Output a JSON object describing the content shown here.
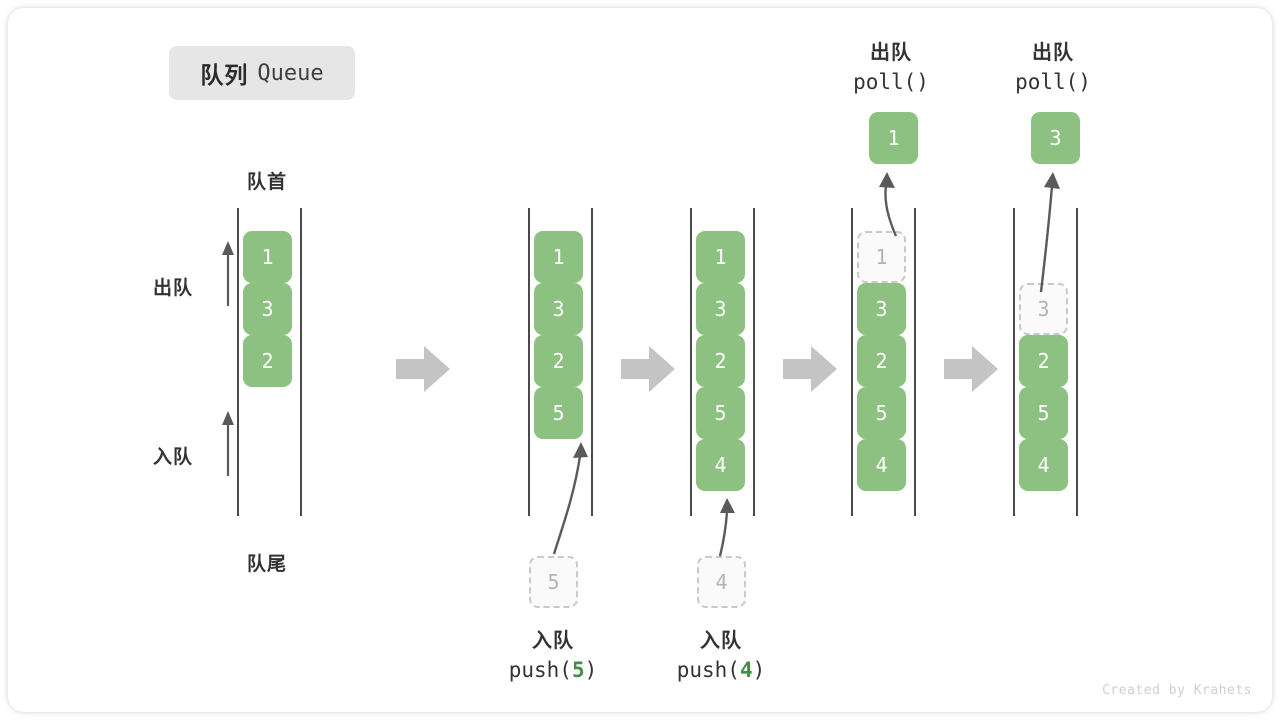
{
  "title": {
    "cn": "队列",
    "en": "Queue"
  },
  "axis_labels": {
    "front": "队首",
    "back": "队尾",
    "dequeue": "出队",
    "enqueue": "入队"
  },
  "colors": {
    "element": "#8cc182",
    "element_text": "#ffffff",
    "ghost_border": "#c9c9c9",
    "ghost_text": "#b4b4b4",
    "arrow_gray": "#c4c4c4",
    "arrow_dark": "#5a5a5a",
    "rail": "#4a4a4a",
    "accent_green": "#3d9141",
    "chip_bg": "#e6e6e6",
    "text": "#333333"
  },
  "stages": [
    {
      "id": "initial",
      "cells": [
        {
          "value": "1",
          "state": "filled"
        },
        {
          "value": "3",
          "state": "filled"
        },
        {
          "value": "2",
          "state": "filled"
        }
      ]
    },
    {
      "id": "after-push-5",
      "cells": [
        {
          "value": "1",
          "state": "filled"
        },
        {
          "value": "3",
          "state": "filled"
        },
        {
          "value": "2",
          "state": "filled"
        },
        {
          "value": "5",
          "state": "filled"
        }
      ],
      "bottom_label": {
        "cn": "入队",
        "fn": "push(",
        "arg": "5",
        "fn_close": ")"
      },
      "incoming": {
        "value": "5",
        "state": "ghost"
      }
    },
    {
      "id": "after-push-4",
      "cells": [
        {
          "value": "1",
          "state": "filled"
        },
        {
          "value": "3",
          "state": "filled"
        },
        {
          "value": "2",
          "state": "filled"
        },
        {
          "value": "5",
          "state": "filled"
        },
        {
          "value": "4",
          "state": "filled"
        }
      ],
      "bottom_label": {
        "cn": "入队",
        "fn": "push(",
        "arg": "4",
        "fn_close": ")"
      },
      "incoming": {
        "value": "4",
        "state": "ghost"
      }
    },
    {
      "id": "after-poll-1",
      "cells": [
        {
          "value": "1",
          "state": "ghost"
        },
        {
          "value": "3",
          "state": "filled"
        },
        {
          "value": "2",
          "state": "filled"
        },
        {
          "value": "5",
          "state": "filled"
        },
        {
          "value": "4",
          "state": "filled"
        }
      ],
      "top_label": {
        "cn": "出队",
        "fn": "poll()"
      },
      "outgoing": {
        "value": "1",
        "state": "filled"
      }
    },
    {
      "id": "after-poll-3",
      "cells": [
        {
          "value": "",
          "state": "empty"
        },
        {
          "value": "3",
          "state": "ghost"
        },
        {
          "value": "2",
          "state": "filled"
        },
        {
          "value": "5",
          "state": "filled"
        },
        {
          "value": "4",
          "state": "filled"
        }
      ],
      "top_label": {
        "cn": "出队",
        "fn": "poll()"
      },
      "outgoing": {
        "value": "3",
        "state": "filled"
      }
    }
  ],
  "watermark": "Created by Krahets"
}
